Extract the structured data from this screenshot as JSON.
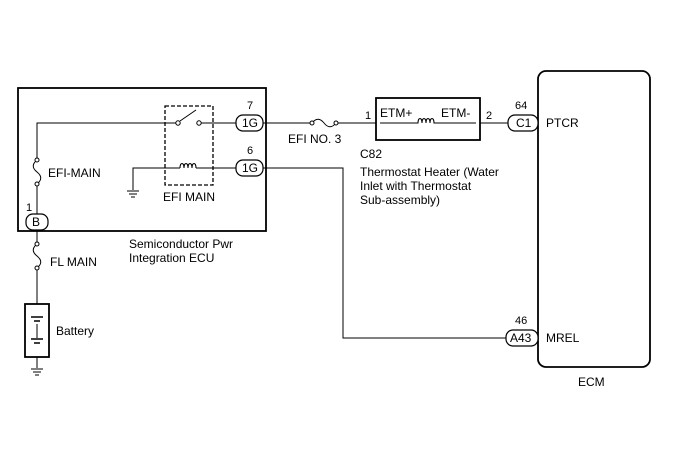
{
  "ecu": {
    "name_line1": "Semiconductor Pwr",
    "name_line2": "Integration ECU",
    "relay_label": "EFI MAIN",
    "fuse_label": "EFI-MAIN",
    "pin_b_number": "1",
    "pin_b_connector": "B",
    "out_pin_top_number": "7",
    "out_pin_top_connector": "1G",
    "out_pin_bottom_number": "6",
    "out_pin_bottom_connector": "1G"
  },
  "fuse_efi_no3": {
    "label": "EFI NO. 3"
  },
  "thermostat_heater": {
    "connector_id": "C82",
    "pin1_number": "1",
    "pin2_number": "2",
    "terminal_plus": "ETM+",
    "terminal_minus": "ETM-",
    "name_line1": "Thermostat Heater (Water",
    "name_line2": "Inlet with Thermostat",
    "name_line3": "Sub-assembly)"
  },
  "ecm": {
    "name": "ECM",
    "ptcr_pin_number": "64",
    "ptcr_connector": "C1",
    "ptcr_signal": "PTCR",
    "mrel_pin_number": "46",
    "mrel_connector": "A43",
    "mrel_signal": "MREL"
  },
  "fl_main": {
    "label": "FL MAIN"
  },
  "battery": {
    "label": "Battery"
  }
}
